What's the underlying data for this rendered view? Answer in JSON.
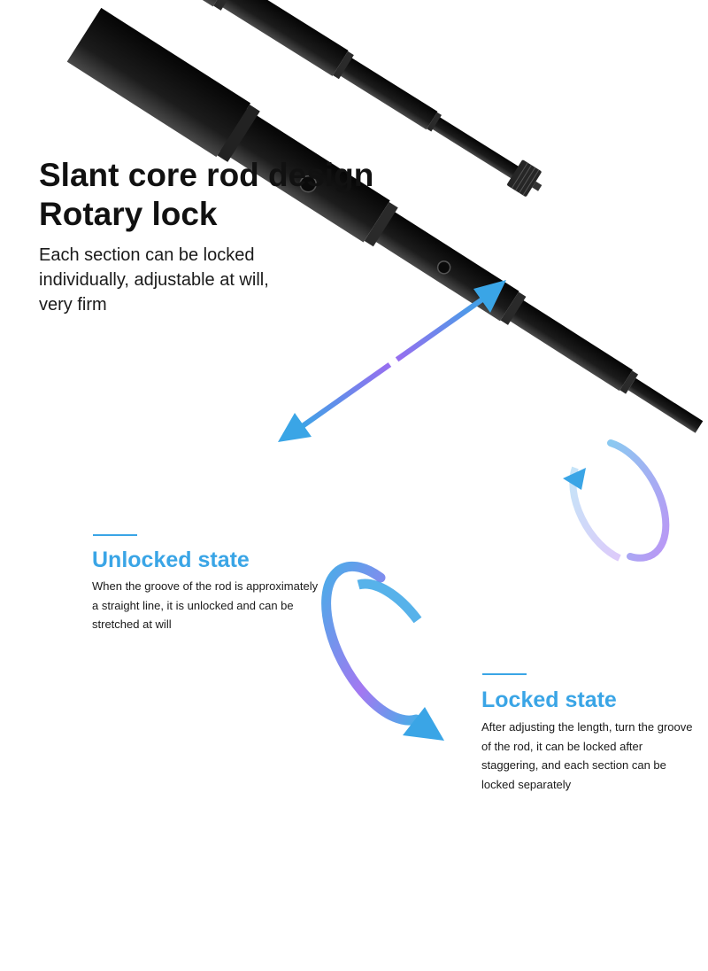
{
  "heading": {
    "line1": "Slant core rod design",
    "line2": "Rotary lock"
  },
  "intro": "Each section can be locked individually, adjustable at will, very firm",
  "unlocked": {
    "title": "Unlocked state",
    "body": "When the groove of the rod is approximately a straight line, it is unlocked and can be stretched at will"
  },
  "locked": {
    "title": "Locked state",
    "body": "After adjusting the length, turn the groove of the rod, it can be locked after staggering, and each section can be locked separately"
  },
  "colors": {
    "accent_blue": "#3aa5e6",
    "accent_purple": "#9b6cf0",
    "rod": "#111111",
    "text": "#111111"
  },
  "icons": [
    "double-headed-arrow-icon",
    "rotation-arrow-icon",
    "rotation-arrow-icon"
  ]
}
